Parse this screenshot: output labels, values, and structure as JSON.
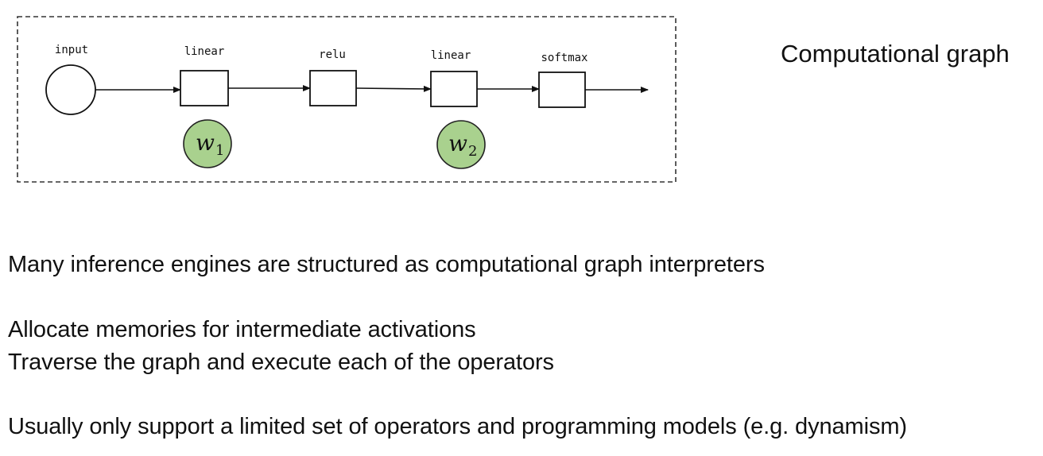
{
  "diagram": {
    "nodes": [
      {
        "id": "input",
        "label": "input",
        "shape": "circle"
      },
      {
        "id": "linear-1",
        "label": "linear",
        "shape": "box"
      },
      {
        "id": "relu",
        "label": "relu",
        "shape": "box"
      },
      {
        "id": "linear-2",
        "label": "linear",
        "shape": "box"
      },
      {
        "id": "softmax",
        "label": "softmax",
        "shape": "box"
      }
    ],
    "edges": [
      [
        "input",
        "linear-1"
      ],
      [
        "linear-1",
        "relu"
      ],
      [
        "relu",
        "linear-2"
      ],
      [
        "linear-2",
        "softmax"
      ],
      [
        "softmax",
        "output"
      ]
    ],
    "weights": [
      {
        "id": "w1",
        "base": "w",
        "sub": "1",
        "attached_to": "linear-1"
      },
      {
        "id": "w2",
        "base": "w",
        "sub": "2",
        "attached_to": "linear-2"
      }
    ],
    "weight_fill": "#a9d18e",
    "caption": "Computational graph"
  },
  "paragraphs": [
    "Many inference engines are structured as computational graph interpreters",
    "Allocate memories for intermediate activations",
    "Traverse the graph and execute each of the operators",
    "Usually only support a limited set of operators and programming models (e.g. dynamism)"
  ]
}
